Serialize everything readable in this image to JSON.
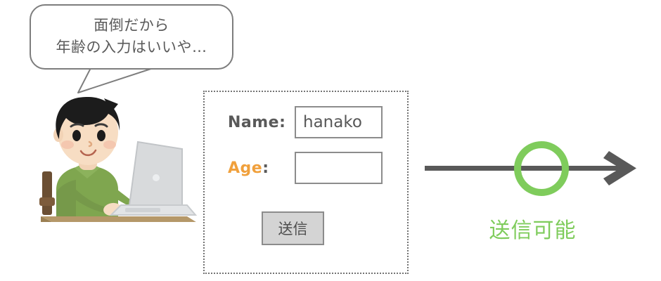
{
  "speech_bubble": {
    "line1": "面倒だから",
    "line2": "年齢の入力はいいや…"
  },
  "illustration": {
    "name": "person-typing-on-laptop-at-desk",
    "shirt_color": "#7fa64f",
    "hair_color": "#1c1c1c",
    "skin_color": "#f7ddc3",
    "desk_color": "#b59869",
    "laptop_color": "#d8dadc"
  },
  "form": {
    "name_row": {
      "label": "Name:",
      "value": "hanako",
      "placeholder": ""
    },
    "age_row": {
      "label_word": "Age",
      "label_colon": ":",
      "value": "",
      "placeholder": ""
    },
    "submit_label": "送信",
    "border_style": "dotted"
  },
  "result": {
    "status_icon": "circle-ok-icon",
    "status_label": "送信可能",
    "arrow_icon": "right-arrow-icon",
    "accent_color": "#7fcc5c",
    "arrow_color": "#595959"
  },
  "colors": {
    "label_gray": "#595959",
    "accent_orange": "#f0a03c",
    "accent_green": "#7fcc5c",
    "border_gray": "#8c8c8c",
    "button_fill": "#d4d4d4",
    "bubble_stroke": "#7d7d7d"
  }
}
